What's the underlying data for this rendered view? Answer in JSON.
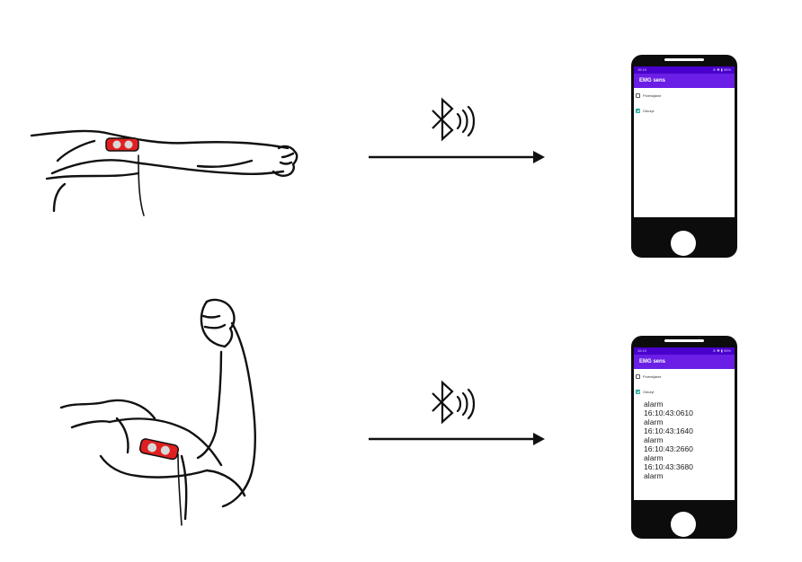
{
  "phones": [
    {
      "status_time": "16:10",
      "status_icons": "⊘ ✱ ▮ 96%",
      "app_title": "EMG sens",
      "options": [
        {
          "label": "Przewijanie",
          "checked": false
        },
        {
          "label": "Odczyt",
          "checked": true
        }
      ],
      "log": []
    },
    {
      "status_time": "16:10",
      "status_icons": "⊘ ✱ ▮ 96%",
      "app_title": "EMG sens",
      "options": [
        {
          "label": "Przewijanie",
          "checked": false
        },
        {
          "label": "Odczyt",
          "checked": true
        }
      ],
      "log": [
        "alarm",
        "16:10:43:0610",
        "alarm",
        "16:10:43:1640",
        "alarm",
        "16:10:43:2660",
        "alarm",
        "16:10:43:3680",
        "alarm"
      ]
    }
  ],
  "icons": {
    "transmission": "bluetooth-icon",
    "wireless": "signal-waves-icon",
    "sensor": "emg-sensor-icon"
  },
  "colors": {
    "sensor_red": "#e02020",
    "app_bar": "#6a1ee6",
    "status_bar": "#4a00cc",
    "checkbox_checked": "#22a89a"
  }
}
